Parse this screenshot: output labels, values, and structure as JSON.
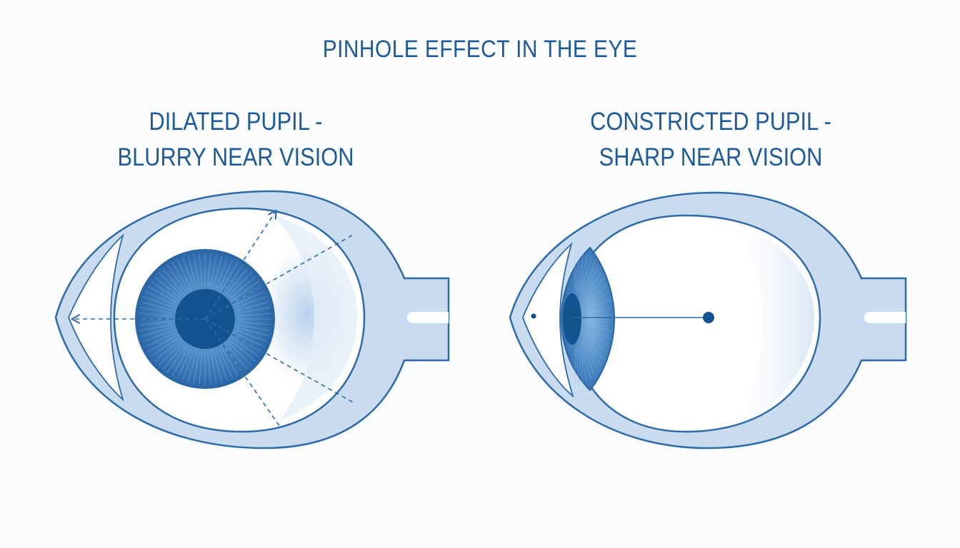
{
  "title": "PINHOLE EFFECT IN THE EYE",
  "panels": [
    {
      "caption_line1": "DILATED PUPIL -",
      "caption_line2": "BLURRY NEAR VISION"
    },
    {
      "caption_line1": "CONSTRICTED PUPIL -",
      "caption_line2": "SHARP NEAR VISION"
    }
  ],
  "colors": {
    "text": "#1e5a96",
    "outline": "#2d6aa6",
    "sclera_fill": "#c9dcef",
    "iris": "#3f7fbf",
    "pupil": "#12528f",
    "background": "#fbfcfd"
  }
}
